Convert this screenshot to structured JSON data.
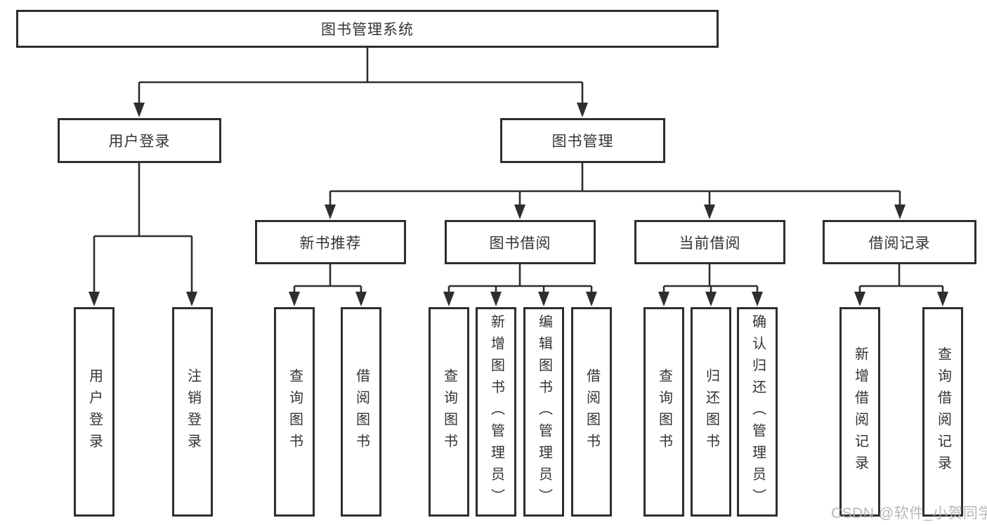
{
  "diagram": {
    "tree": {
      "root": "图书管理系统",
      "children": [
        {
          "label": "用户登录",
          "children": [
            "用户登录",
            "注销登录"
          ]
        },
        {
          "label": "图书管理",
          "children": [
            {
              "label": "新书推荐",
              "children": [
                "查询图书",
                "借阅图书"
              ]
            },
            {
              "label": "图书借阅",
              "children": [
                "查询图书",
                "新增图书（管理员）",
                "编辑图书（管理员）",
                "借阅图书"
              ]
            },
            {
              "label": "当前借阅",
              "children": [
                "查询图书",
                "归还图书",
                "确认归还（管理员）"
              ]
            },
            {
              "label": "借阅记录",
              "children": [
                "新增借阅记录",
                "查询借阅记录"
              ]
            }
          ]
        }
      ]
    },
    "colors": {
      "line": "#2e2e2e",
      "box_border": "#2e2e2e",
      "text": "#333333",
      "background": "#ffffff",
      "watermark": "#aeb1b6"
    }
  },
  "watermark": "CSDN @软件_小贺同学"
}
